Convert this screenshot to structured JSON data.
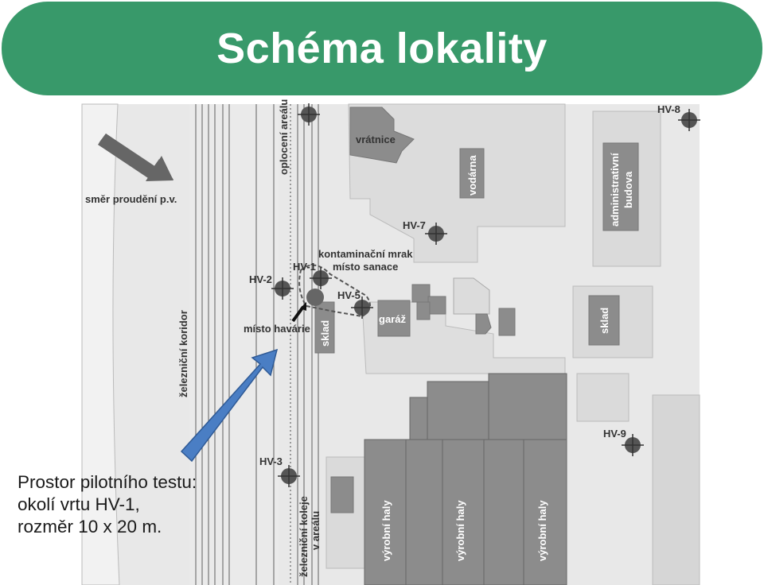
{
  "title": "Schéma lokality",
  "colors": {
    "banner": "#38996a",
    "map_background": "#e8e8e8",
    "building_fill": "#8c8c8c",
    "well_marker": "#555555",
    "blue_arrow": "#4a7ec4"
  },
  "map": {
    "flow_label": "směr proudění p.v.",
    "fence_label": "oplocení areálu",
    "rail_corridor_label": "železniční koridor",
    "rail_siding_label_1": "železniční koleje",
    "rail_siding_label_2": "v areálu",
    "contamination_label_1": "kontaminační mrak",
    "contamination_label_2": "místo sanace",
    "accident_label": "místo havárie",
    "buildings": {
      "gatehouse": "vrátnice",
      "waterworks": "vodárna",
      "admin_1": "administrativní",
      "admin_2": "budova",
      "storage_1": "sklad",
      "garage": "garáž",
      "storage_2": "sklad",
      "hall_1": "výrobní haly",
      "hall_2": "výrobní haly",
      "hall_3": "výrobní haly"
    },
    "wells": {
      "hv1": "HV-1",
      "hv2": "HV-2",
      "hv3": "HV-3",
      "hv5": "HV-5",
      "hv7": "HV-7",
      "hv8": "HV-8",
      "hv9": "HV-9"
    }
  },
  "caption": {
    "line1": "Prostor pilotního testu:",
    "line2": "okolí vrtu HV-1,",
    "line3": "rozměr 10 x 20 m."
  }
}
